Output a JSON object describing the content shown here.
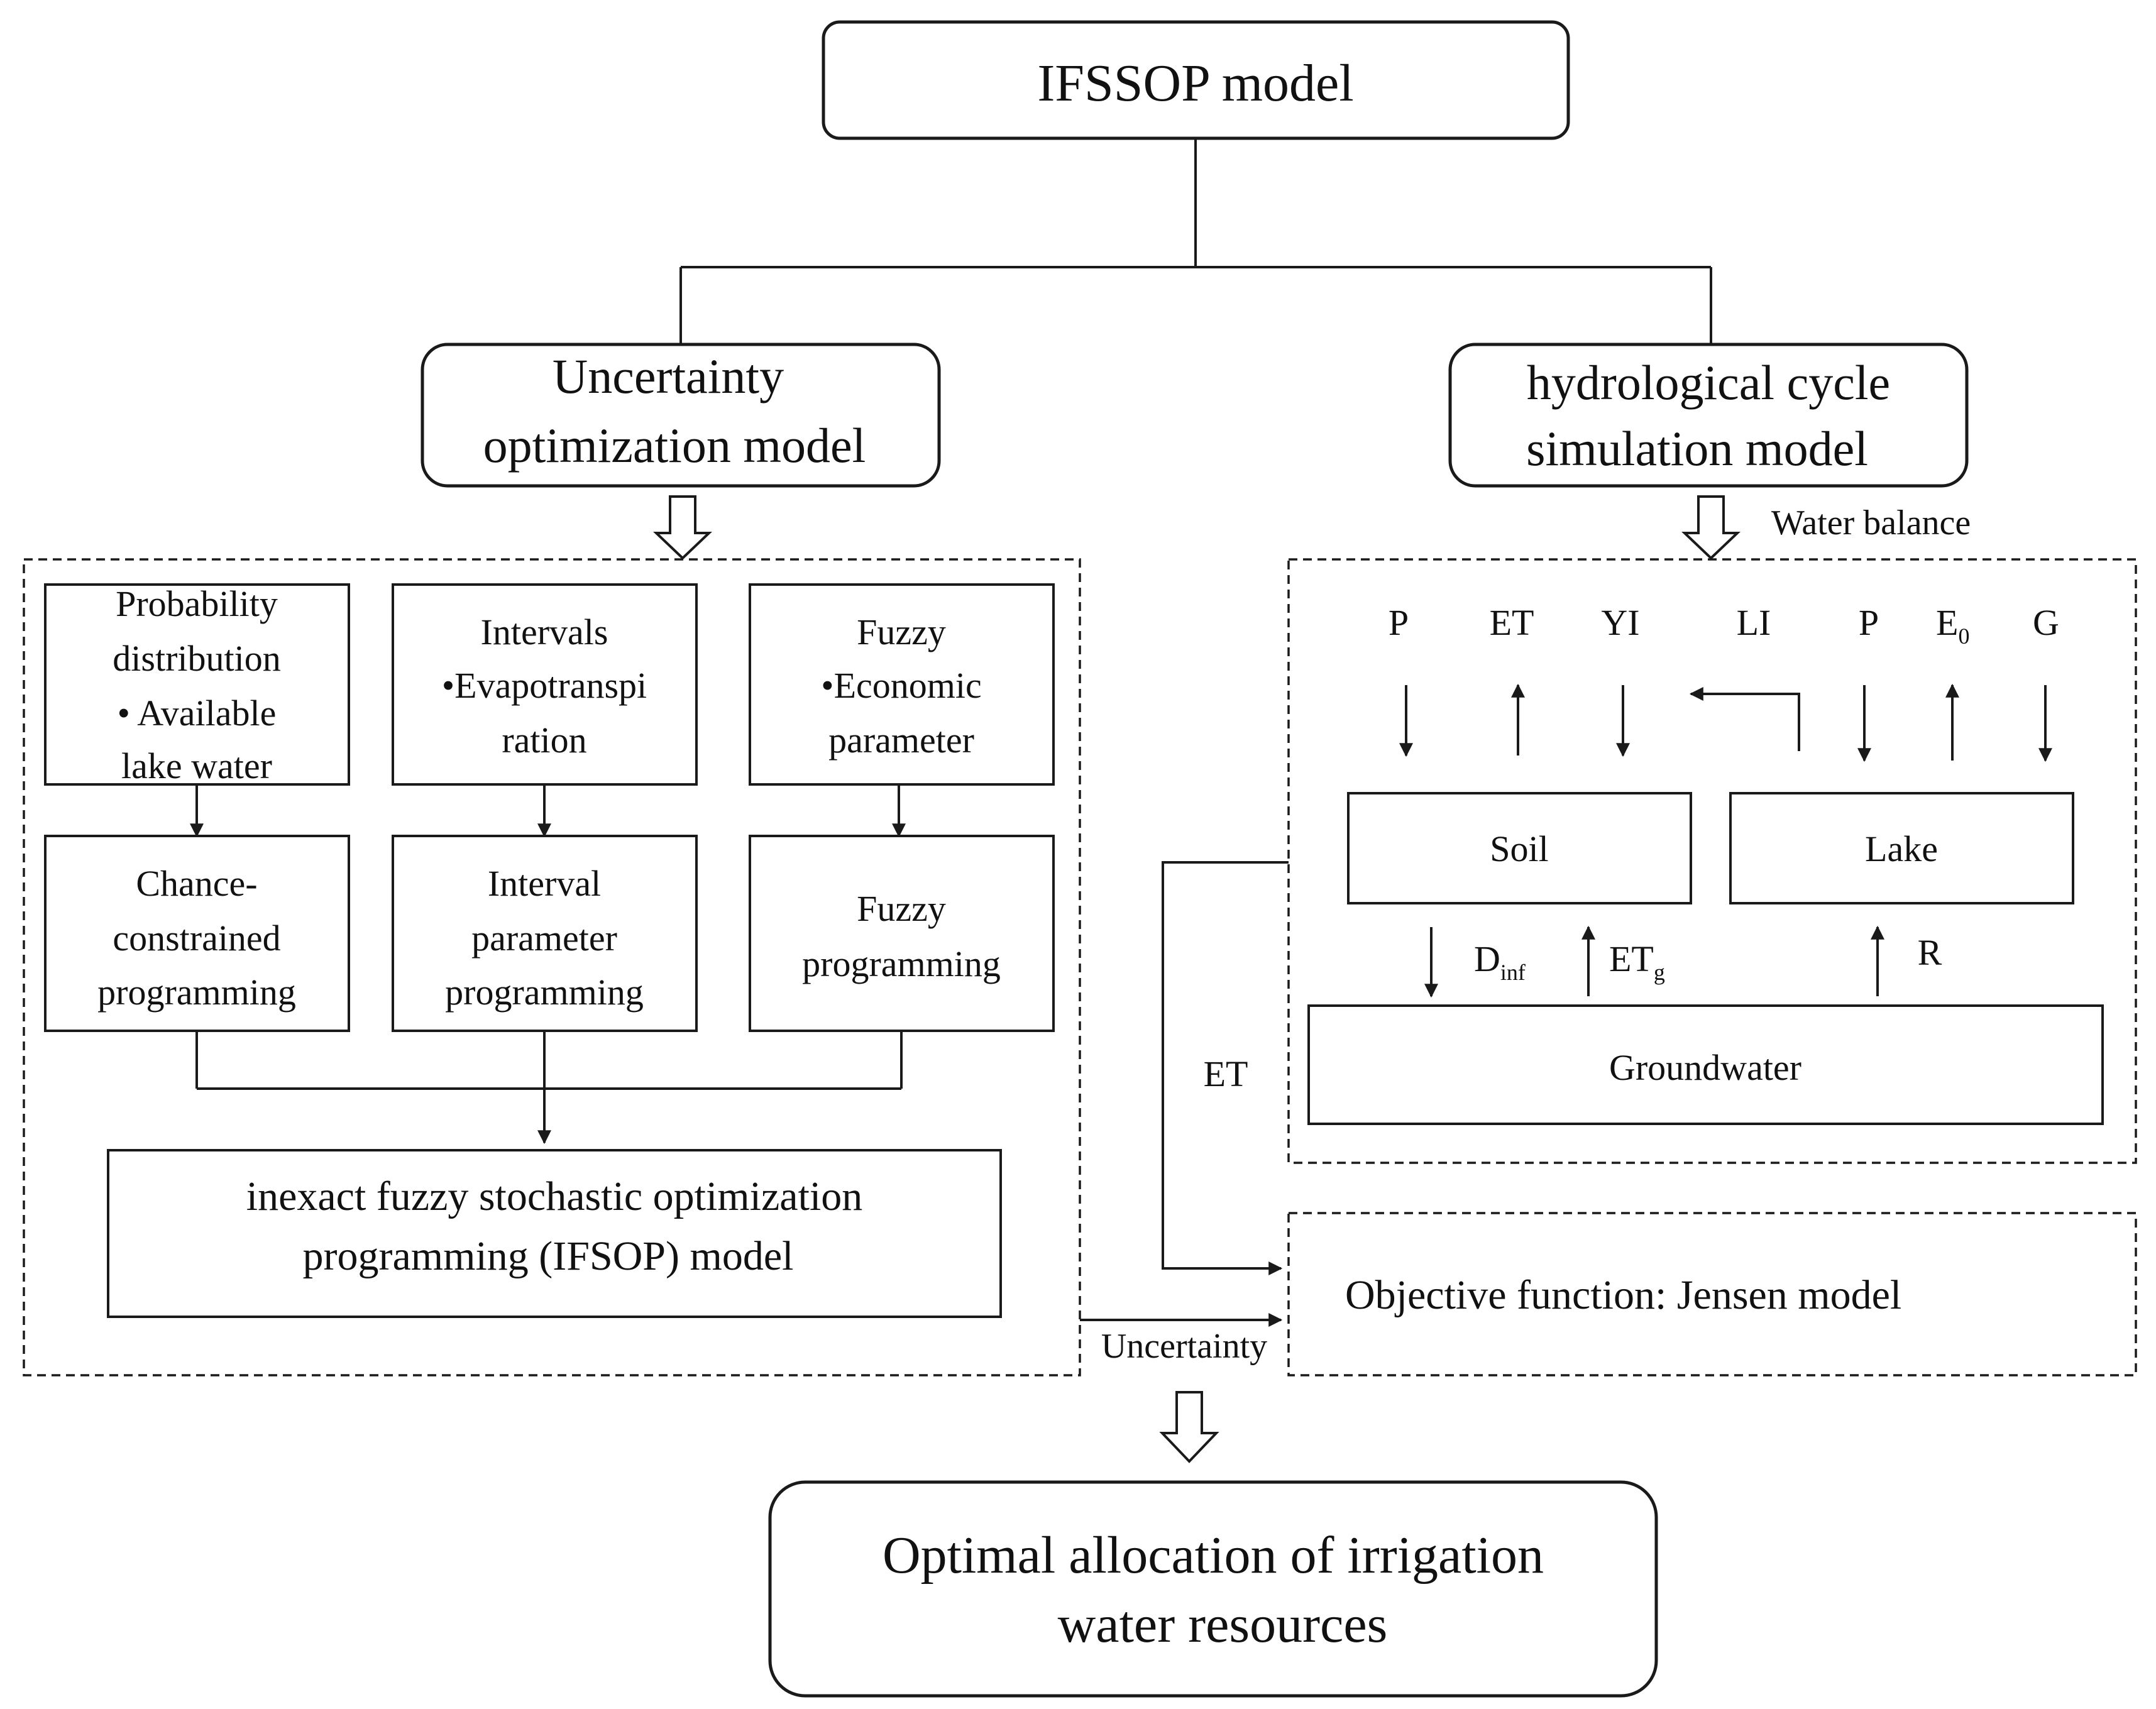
{
  "top": {
    "title": "IFSSOP model"
  },
  "left_branch": {
    "title_lines": [
      "Uncertainty",
      "optimization  model"
    ]
  },
  "right_branch": {
    "title_lines": [
      "hydrological  cycle",
      "simulation model"
    ],
    "arrow_label": "Water balance"
  },
  "uncertainty_types": [
    {
      "lines": [
        "Probability",
        "distribution",
        "• Available",
        "lake water"
      ]
    },
    {
      "lines": [
        "Intervals",
        "•Evapotranspi",
        "ration"
      ]
    },
    {
      "lines": [
        "Fuzzy",
        "•Economic",
        "parameter"
      ]
    }
  ],
  "programming_methods": [
    {
      "lines": [
        "Chance-",
        "constrained",
        "programming"
      ]
    },
    {
      "lines": [
        "Interval",
        "parameter",
        "programming"
      ]
    },
    {
      "lines": [
        "Fuzzy",
        "programming"
      ]
    }
  ],
  "combined_model": {
    "lines": [
      "inexact  fuzzy  stochastic  optimization",
      "programming  (IFSOP)  model"
    ]
  },
  "water_balance": {
    "labels": {
      "p1": "P",
      "et": "ET",
      "yi": "YI",
      "li": "LI",
      "p2": "P",
      "e0_main": "E",
      "e0_sub": "0",
      "g": "G",
      "dinf_main": "D",
      "dinf_sub": "inf",
      "etg_main": "ET",
      "etg_sub": "g",
      "r": "R"
    },
    "soil": "Soil",
    "lake": "Lake",
    "groundwater": "Groundwater"
  },
  "et_link_label": "ET",
  "objective": "Objective  function:  Jensen  model",
  "uncertainty_link_label": "Uncertainty",
  "result": {
    "lines": [
      "Optimal allocation of irrigation",
      "water resources"
    ]
  },
  "colors": {
    "stroke": "#1a1a1a",
    "background": "#ffffff"
  }
}
